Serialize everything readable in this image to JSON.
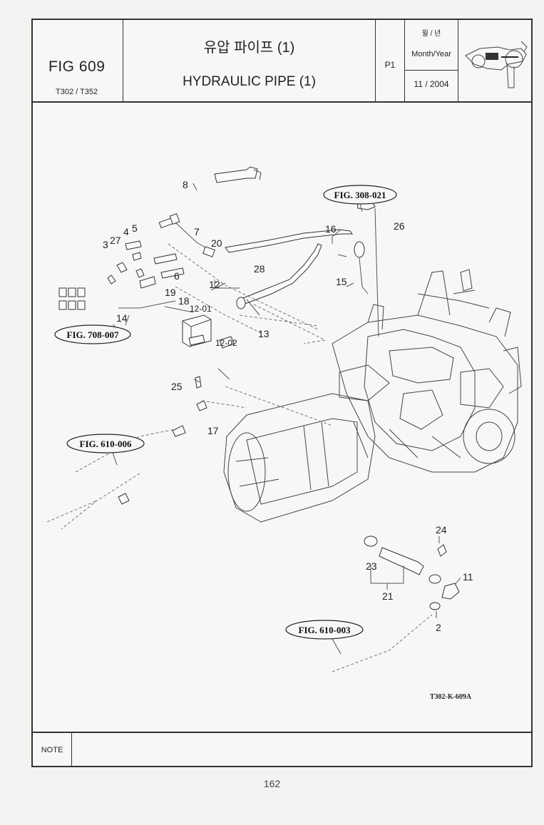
{
  "header": {
    "figure_number": "FIG 609",
    "models": "T302 / T352",
    "title_korean": "유압 파이프 (1)",
    "title_english": "HYDRAULIC PIPE (1)",
    "page_label": "P1",
    "date_header_korean": "월 / 년",
    "date_header_english": "Month/Year",
    "date_value": "11 / 2004",
    "thumbnail_icon": "tractor-hydraulic-thumbnail"
  },
  "diagram": {
    "callouts": {
      "c8": "8",
      "c7": "7",
      "c20": "20",
      "c3": "3",
      "c27": "27",
      "c4": "4",
      "c5": "5",
      "c6": "6",
      "c14": "14",
      "c19": "19",
      "c18": "18",
      "c12": "12",
      "c12_01": "12-01",
      "c12_02": "12-02",
      "c13": "13",
      "c28": "28",
      "c16": "16",
      "c26": "26",
      "c15": "15",
      "c25": "25",
      "c17": "17",
      "c24": "24",
      "c23": "23",
      "c21": "21",
      "c11": "11",
      "c2": "2"
    },
    "references": {
      "fig_308_021": "FIG. 308-021",
      "fig_708_007": "FIG. 708-007",
      "fig_610_006": "FIG. 610-006",
      "fig_610_003": "FIG. 610-003"
    },
    "drawing_code": "T302-K-609A"
  },
  "footer": {
    "note_label": "NOTE",
    "note_text": "",
    "page_number": "162"
  }
}
